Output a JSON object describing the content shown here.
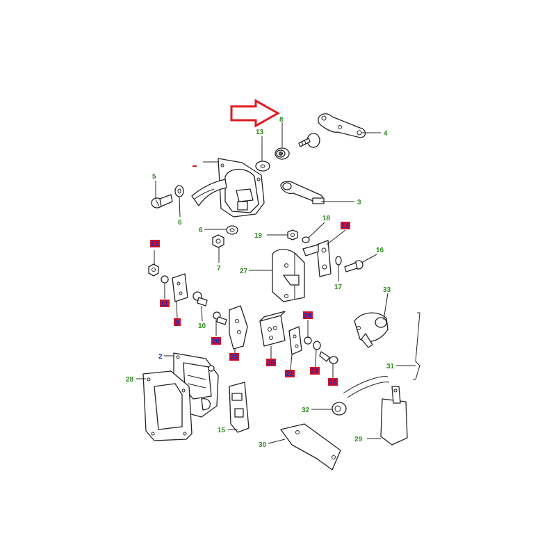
{
  "colors": {
    "green_label": "#2e8b1e",
    "blue_label": "#1a2fbf",
    "highlight_box": "#d0112b",
    "arrow": "#e0191f"
  },
  "callouts": {
    "c2": "2",
    "c3": "3",
    "c4": "4",
    "c5": "5",
    "c6a": "6",
    "c6b": "6",
    "c7": "7",
    "c8": "8",
    "c9": "9",
    "c10": "10",
    "c11": "11",
    "c12": "12",
    "c13": "13",
    "c14": "14",
    "c15": "15",
    "c16": "16",
    "c17": "17",
    "c18": "18",
    "c19": "19",
    "c20": "20",
    "c21": "21",
    "c22": "22",
    "c23": "23",
    "c24": "24",
    "c25": "25",
    "c26": "26",
    "c27": "27",
    "c28": "28",
    "c29": "29",
    "c30": "30",
    "c31": "31",
    "c32": "32",
    "c33": "33"
  }
}
